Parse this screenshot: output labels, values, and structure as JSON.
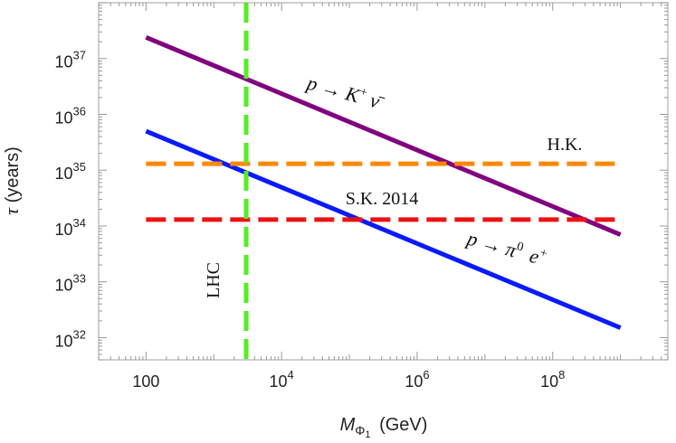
{
  "chart_data": {
    "type": "line",
    "xlabel_main": "M",
    "xlabel_sub": "Φ",
    "xlabel_subsub": "1",
    "xlabel_unit": "(GeV)",
    "ylabel_main": "τ",
    "ylabel_unit": "(years)",
    "x_scale": "log",
    "y_scale": "log",
    "xlim": [
      20,
      5000000000
    ],
    "ylim": [
      4e+31,
      1e+38
    ],
    "x_ticks": [
      {
        "value": 100,
        "label": "100"
      },
      {
        "value": 10000,
        "base": "10",
        "exp": "4"
      },
      {
        "value": 1000000,
        "base": "10",
        "exp": "6"
      },
      {
        "value": 100000000,
        "base": "10",
        "exp": "8"
      }
    ],
    "y_ticks": [
      {
        "value": 1e+32,
        "base": "10",
        "exp": "32"
      },
      {
        "value": 1e+33,
        "base": "10",
        "exp": "33"
      },
      {
        "value": 1e+34,
        "base": "10",
        "exp": "34"
      },
      {
        "value": 1e+35,
        "base": "10",
        "exp": "35"
      },
      {
        "value": 1e+36,
        "base": "10",
        "exp": "36"
      },
      {
        "value": 1e+37,
        "base": "10",
        "exp": "37"
      }
    ],
    "grid": false,
    "series": [
      {
        "key": "k_nu",
        "color": "#800080",
        "style": "solid",
        "x": [
          100,
          1000000000
        ],
        "y": [
          2.4e+37,
          7e+33
        ]
      },
      {
        "key": "pi_e",
        "color": "#0a1aff",
        "style": "solid",
        "x": [
          100,
          1000000000
        ],
        "y": [
          5e+35,
          1.5e+32
        ]
      },
      {
        "key": "hk",
        "color": "#ff8800",
        "style": "dashed",
        "x": [
          100,
          1000000000
        ],
        "y": [
          1.3e+35,
          1.3e+35
        ]
      },
      {
        "key": "sk",
        "color": "#ee1111",
        "style": "dashed",
        "x": [
          100,
          1000000000
        ],
        "y": [
          1.3e+34,
          1.3e+34
        ]
      }
    ],
    "vlines": [
      {
        "key": "lhc",
        "color": "#55ee22",
        "style": "dashed",
        "x": 3000
      }
    ],
    "annotations": {
      "k_nu_p": "p",
      "k_nu_arrow": "→",
      "k_nu_K": "K",
      "k_nu_plus": "+",
      "k_nu_nu": "ν̄",
      "pi_e_p": "p",
      "pi_e_arrow": "→",
      "pi_e_pi": "π",
      "pi_e_zero": "0",
      "pi_e_e": "e",
      "pi_e_plus": "+",
      "hk": "H.K.",
      "sk": "S.K. 2014",
      "lhc": "LHC"
    }
  }
}
